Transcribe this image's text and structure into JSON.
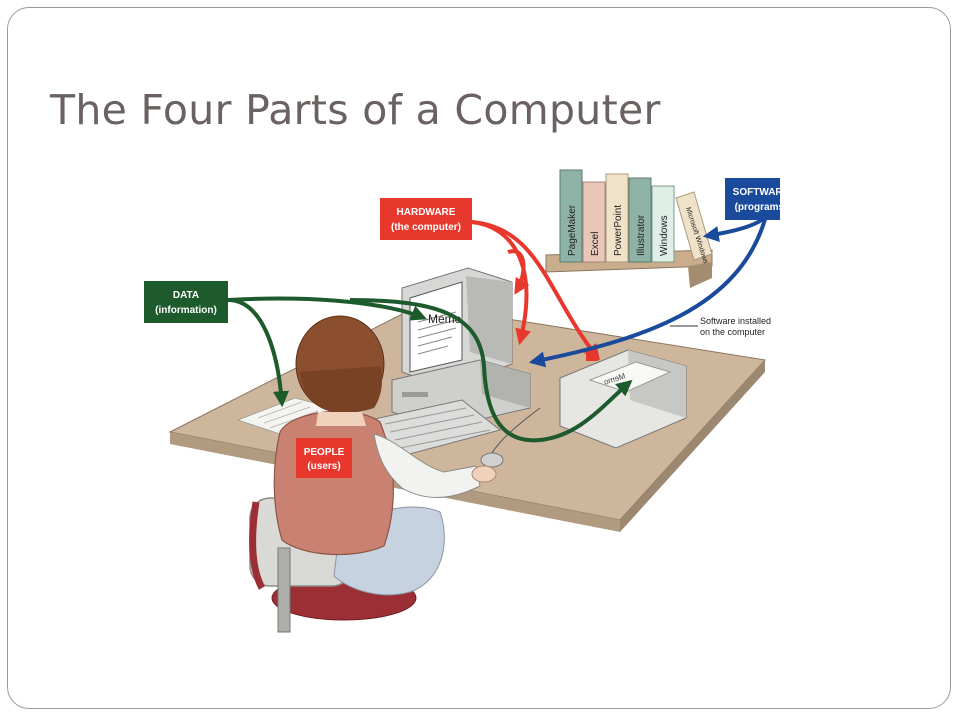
{
  "slide": {
    "title": "The Four Parts of a Computer"
  },
  "labels": {
    "hardware": {
      "line1": "HARDWARE",
      "line2": "(the computer)"
    },
    "software": {
      "line1": "SOFTWARE",
      "line2": "(programs)"
    },
    "data": {
      "line1": "DATA",
      "line2": "(information)"
    },
    "people": {
      "line1": "PEOPLE",
      "line2": "(users)"
    }
  },
  "annotation": {
    "line1": "Software installed",
    "line2": "on the computer"
  },
  "screen": {
    "text": "Memo"
  },
  "printer": {
    "paper_text": "Memo"
  },
  "books": [
    "PageMaker",
    "Excel",
    "PowerPoint",
    "Illustrator",
    "Windows",
    "Microsoft Windows"
  ],
  "colors": {
    "hardware": "#e8382e",
    "software": "#1a4a9c",
    "data": "#1d5a2c",
    "people": "#e8382e",
    "title": "#6a6261"
  }
}
